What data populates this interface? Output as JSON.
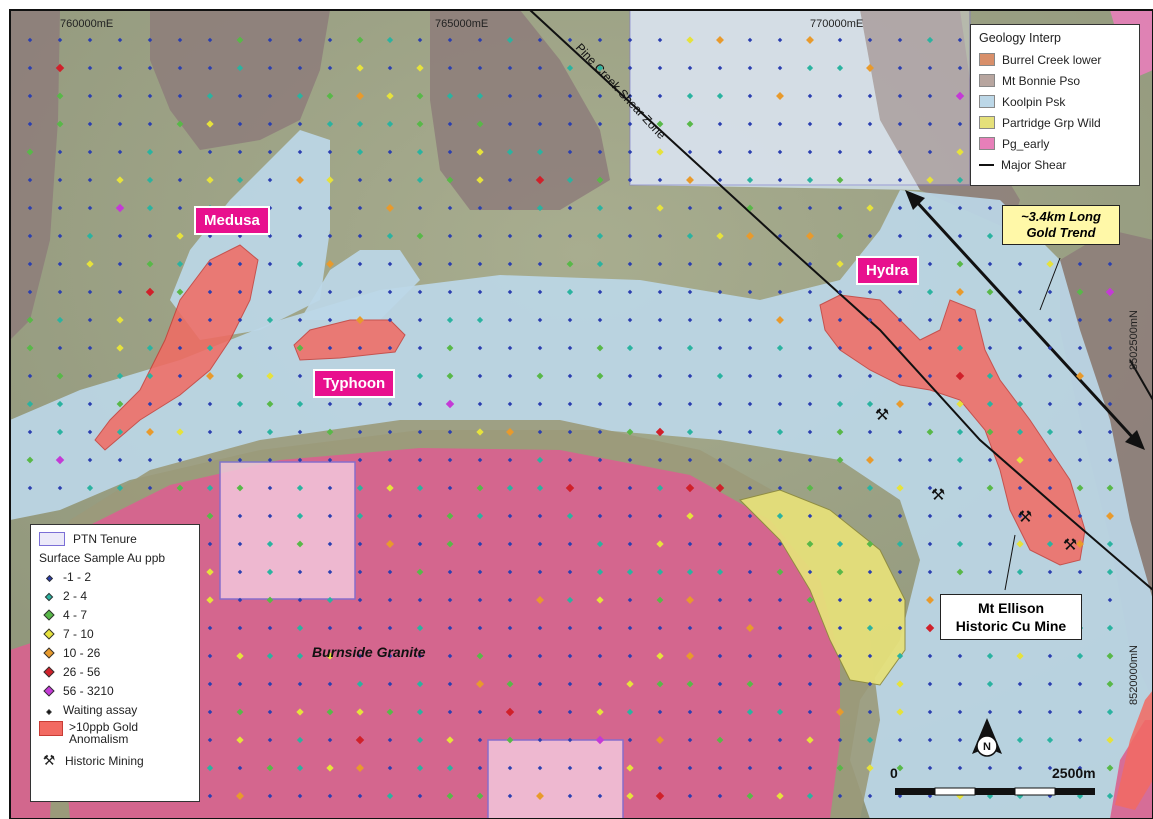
{
  "grid_labels": {
    "easting": [
      "760000mE",
      "765000mE",
      "770000mE"
    ],
    "northing": [
      "8502500mN",
      "8520000mN"
    ]
  },
  "shear_label": "Pine Creek Shear Zone",
  "geology_legend": {
    "title": "Geology Interp",
    "items": [
      {
        "label": "Burrel Creek lower",
        "color": "#d88f6a"
      },
      {
        "label": "Mt Bonnie Pso",
        "color": "#b7a59f"
      },
      {
        "label": "Koolpin Psk",
        "color": "#bcd7e7"
      },
      {
        "label": "Partridge Grp Wild",
        "color": "#e5e07a"
      },
      {
        "label": "Pg_early",
        "color": "#e77fb9"
      }
    ],
    "line_item": "Major Shear"
  },
  "prospects": [
    "Medusa",
    "Typhoon",
    "Hydra"
  ],
  "trend_callout": [
    "~3.4km Long",
    "Gold Trend"
  ],
  "mine_callout": [
    "Mt Ellison",
    "Historic Cu Mine"
  ],
  "granite_label": "Burnside Granite",
  "sample_legend": {
    "tenure": "PTN Tenure",
    "title": "Surface Sample Au ppb",
    "classes": [
      {
        "label": "-1 - 2",
        "color": "#2b3fb0"
      },
      {
        "label": "2 - 4",
        "color": "#2ab3a0"
      },
      {
        "label": "4 - 7",
        "color": "#58b848"
      },
      {
        "label": "7 - 10",
        "color": "#e6e23c"
      },
      {
        "label": "10 - 26",
        "color": "#e89a2c"
      },
      {
        "label": "26 - 56",
        "color": "#d0202a"
      },
      {
        "label": "56 - 3210",
        "color": "#c43ad6"
      }
    ],
    "waiting": "Waiting assay",
    "anomaly": [
      ">10ppb Gold",
      "Anomalism"
    ],
    "mining": "Historic Mining"
  },
  "scale_bar": {
    "start": "0",
    "end": "2500m"
  },
  "north_label": "N"
}
